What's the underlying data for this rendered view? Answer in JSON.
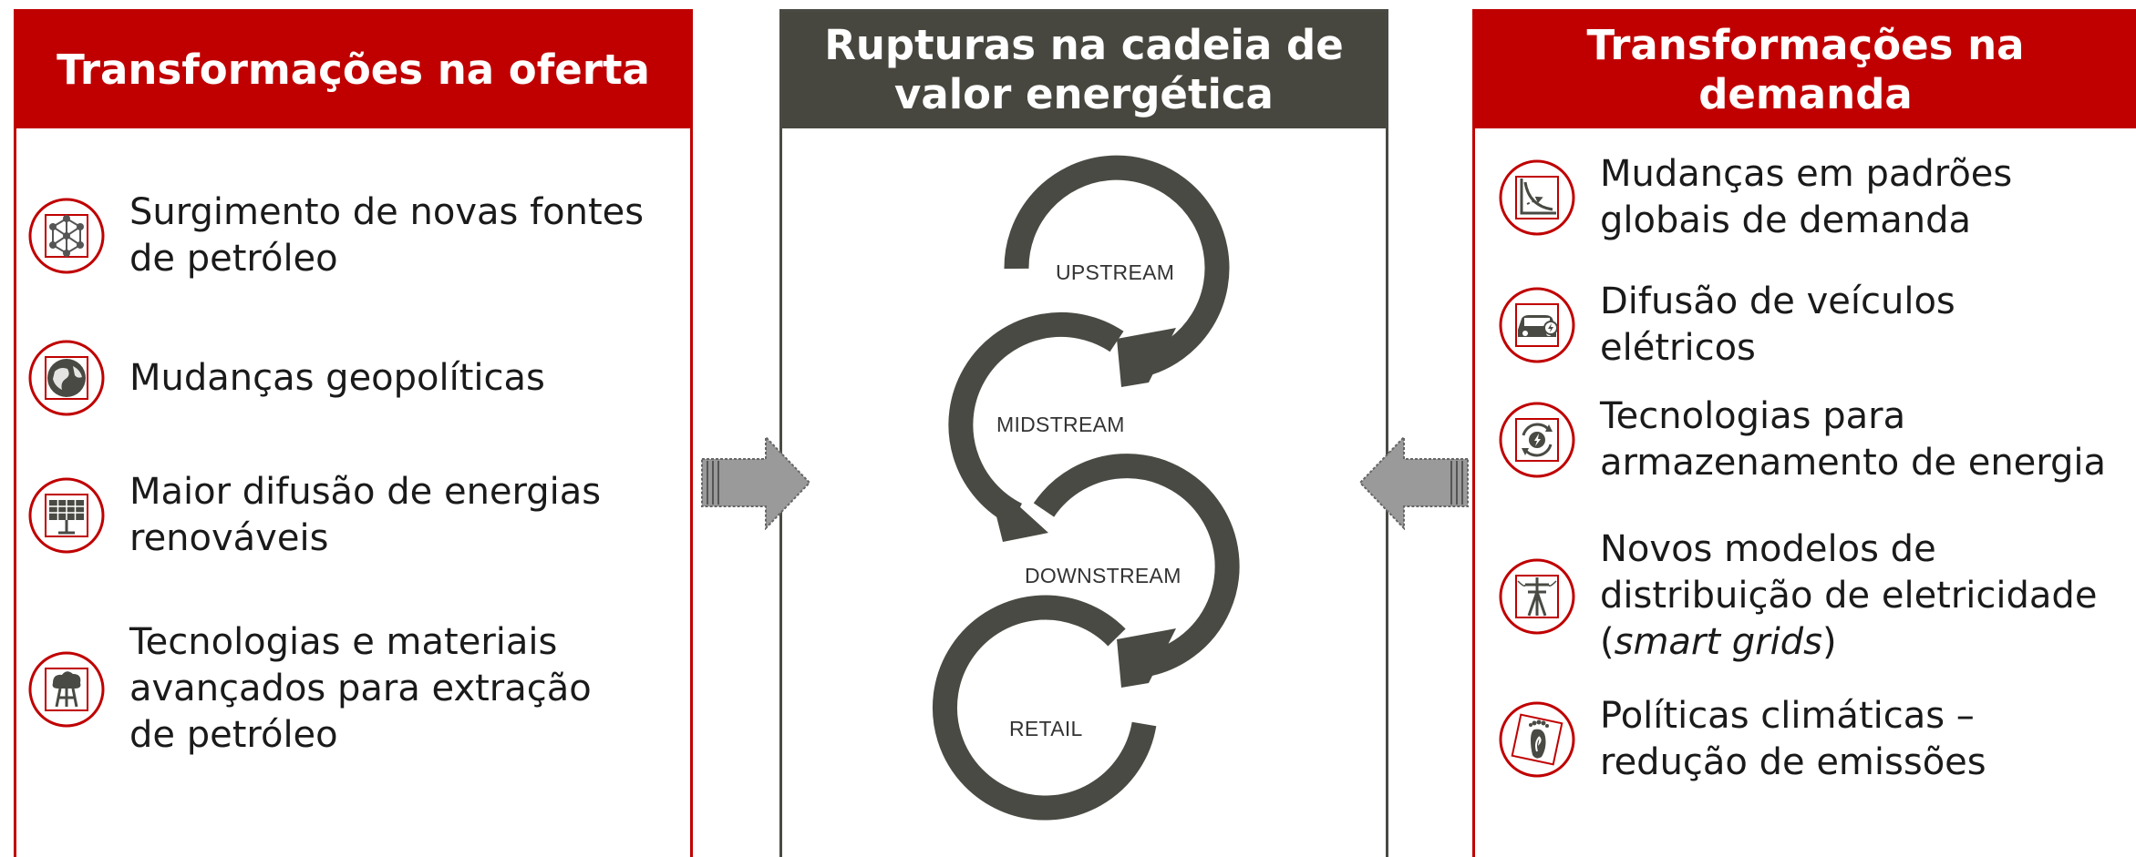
{
  "left_panel": {
    "title": "Transformações na oferta",
    "items": [
      {
        "icon": "hexagon-network-icon",
        "text": "Surgimento de novas fontes de petróleo"
      },
      {
        "icon": "globe-icon",
        "text": "Mudanças geopolíticas"
      },
      {
        "icon": "solar-panel-icon",
        "text": "Maior difusão de energias renováveis"
      },
      {
        "icon": "drilling-rig-icon",
        "text": "Tecnologias e materiais avançados para extração de petróleo"
      }
    ]
  },
  "center_panel": {
    "title": "Rupturas na cadeia de valor energética",
    "stages": [
      "UPSTREAM",
      "MIDSTREAM",
      "DOWNSTREAM",
      "RETAIL"
    ]
  },
  "right_panel": {
    "title": "Transformações na demanda",
    "items": [
      {
        "icon": "demand-curve-icon",
        "text": "Mudanças em padrões globais de demanda"
      },
      {
        "icon": "electric-car-icon",
        "text": "Difusão de veículos elétricos"
      },
      {
        "icon": "energy-storage-icon",
        "text": "Tecnologias para armazenamento de energia"
      },
      {
        "icon": "power-pole-icon",
        "text_before": "Novos modelos de distribuição de eletricidade (",
        "text_italic": "smart grids",
        "text_after": ")"
      },
      {
        "icon": "footprint-icon",
        "text": "Políticas climáticas – redução de emissões"
      }
    ]
  },
  "colors": {
    "accent_red": "#c00000",
    "dark_header": "#48473f",
    "cycle_gray": "#4a4a44",
    "arrow_gray": "#9a9a9a"
  }
}
